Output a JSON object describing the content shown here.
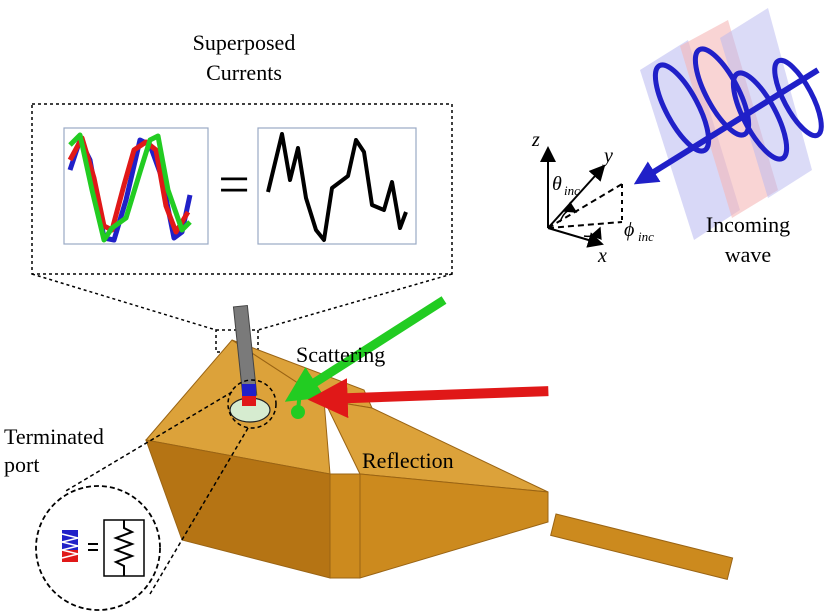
{
  "labels": {
    "superposed_line1": "Superposed",
    "superposed_line2": "Currents",
    "equals": "=",
    "incoming_line1": "Incoming",
    "incoming_line2": "wave",
    "scattering": "Scattering",
    "reflection": "Reflection",
    "terminated_line1": "Terminated",
    "terminated_line2": "port"
  },
  "axes": {
    "z": "z",
    "y": "y",
    "x": "x",
    "theta": "θ",
    "theta_sub": "inc",
    "phi": "ϕ",
    "phi_sub": "inc"
  },
  "colors": {
    "horn": "#cc8a1e",
    "horn_light": "#dca23a",
    "horn_dark": "#9a6414",
    "green": "#22cc22",
    "red": "#e01818",
    "blue": "#2020c8",
    "black": "#000000"
  }
}
